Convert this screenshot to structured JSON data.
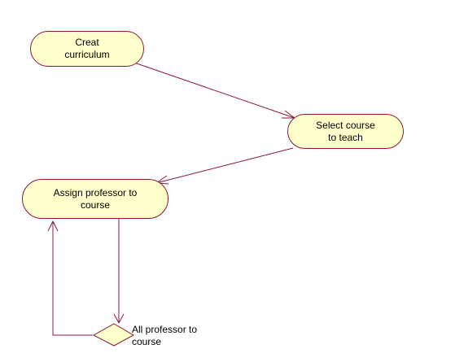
{
  "activities": {
    "create_curriculum": {
      "line1": "Creat",
      "line2": "curriculum"
    },
    "select_course": {
      "line1": "Select course",
      "line2": "to teach"
    },
    "assign_professor": {
      "line1": "Assign professor to",
      "line2": "course"
    }
  },
  "decision": {
    "line1": "All professor to",
    "line2": "course"
  },
  "colors": {
    "node_fill": "#ffffcc",
    "stroke": "#8b1a3a",
    "text": "#000000"
  }
}
